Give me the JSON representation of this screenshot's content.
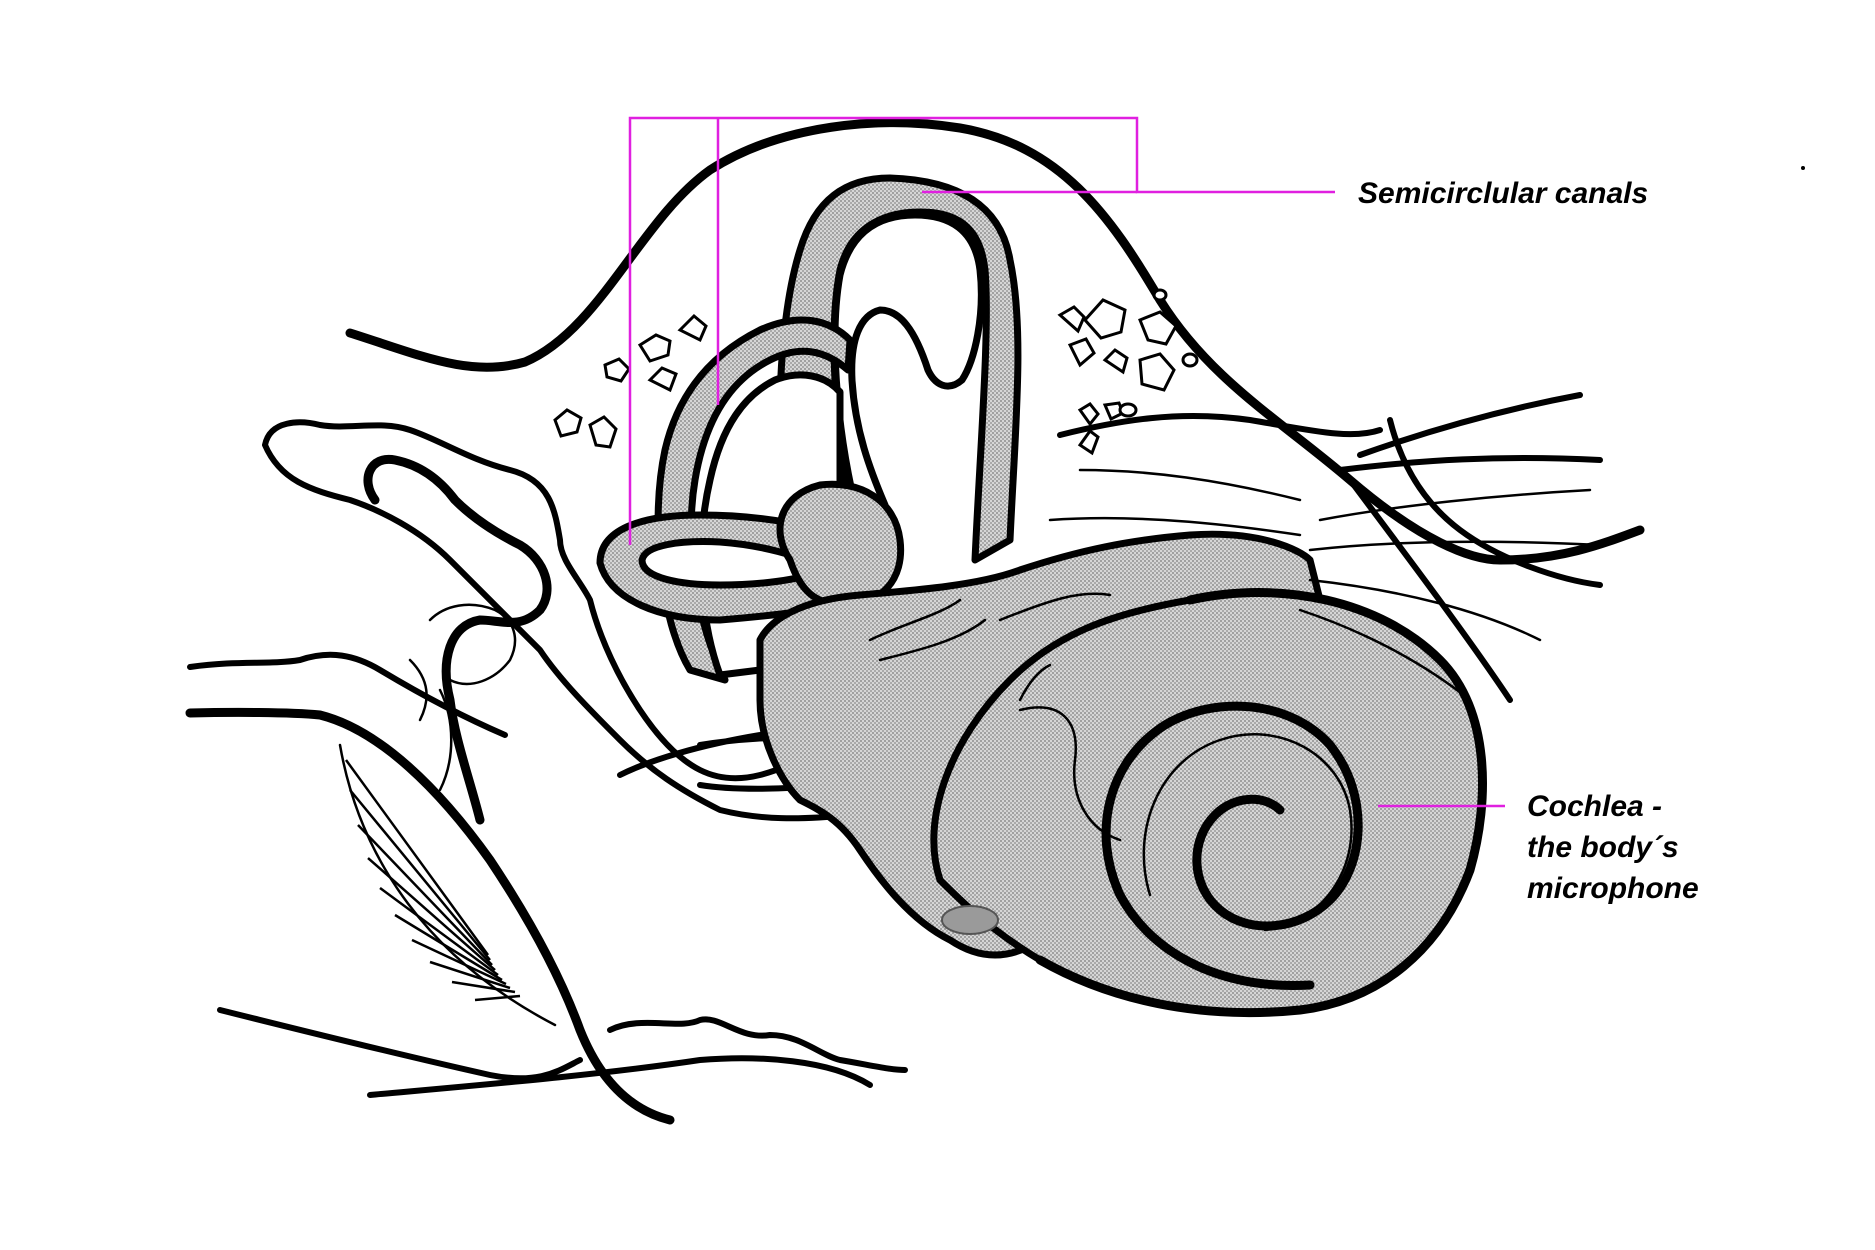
{
  "labels": {
    "semicircular_canals": "Semicirclular canals",
    "cochlea_line1": "Cochlea -",
    "cochlea_line2": "the body´s",
    "cochlea_line3": "microphone"
  },
  "colors": {
    "leader_line": "#e020e0",
    "outline": "#000000",
    "stipple_fill": "#c8c8c8",
    "background": "#ffffff"
  }
}
